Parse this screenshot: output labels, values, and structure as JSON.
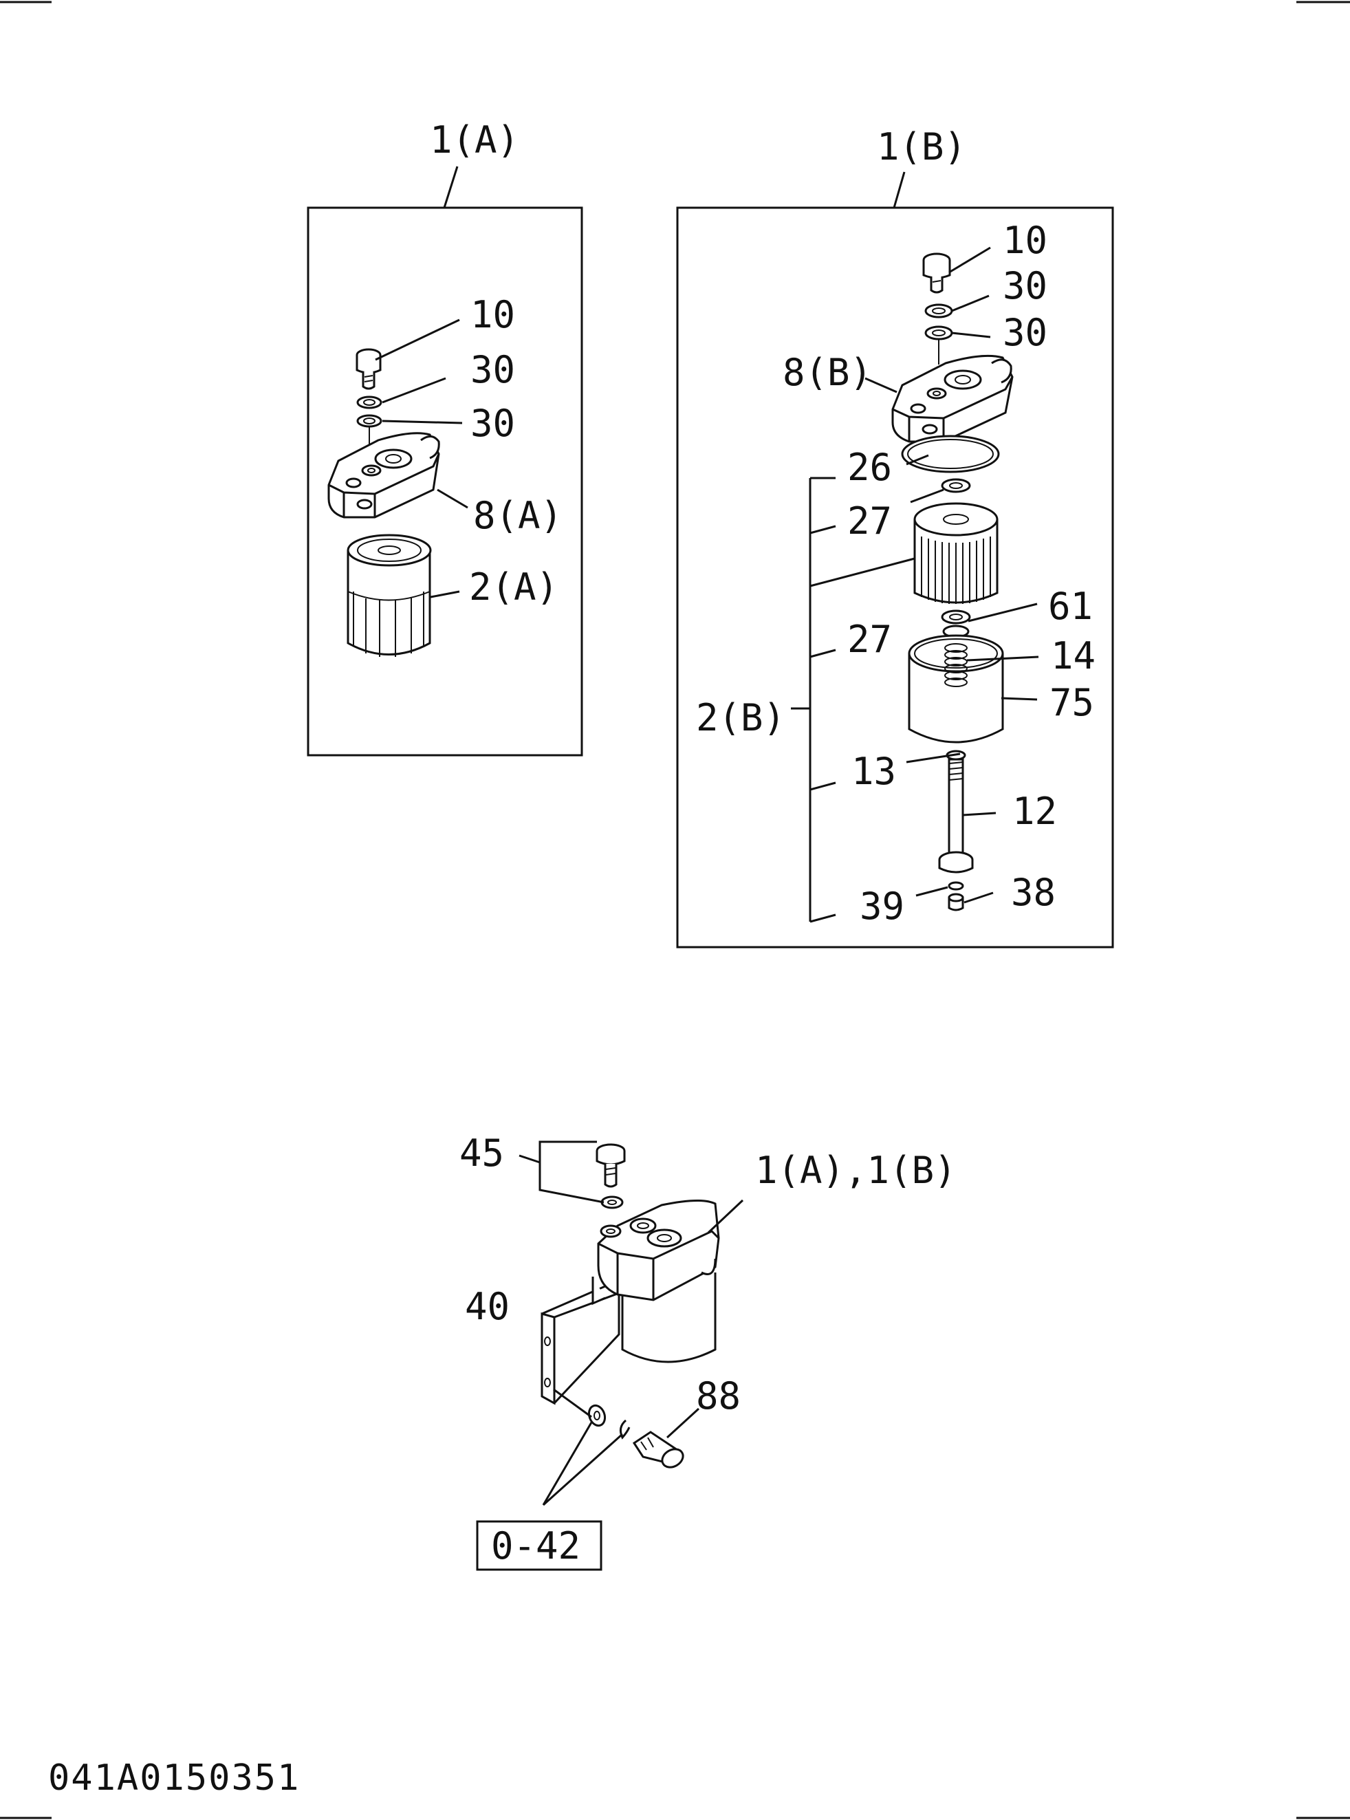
{
  "diagram": {
    "group_a": {
      "title": "1(A)",
      "labels": {
        "bolt": "10",
        "washer_upper": "30",
        "washer_lower": "30",
        "head": "8(A)",
        "filter": "2(A)"
      }
    },
    "group_b": {
      "title": "1(B)",
      "labels": {
        "bolt": "10",
        "washer_upper": "30",
        "washer_lower": "30",
        "head": "8(B)",
        "o_ring_large": "26",
        "gasket_top": "27",
        "gasket_bottom": "27",
        "filter_assembly": "2(B)",
        "ring": "61",
        "spring": "14",
        "bowl": "75",
        "seal": "13",
        "center_bolt": "12",
        "washer": "39",
        "drain_plug": "38"
      }
    },
    "mounting": {
      "assembly_label": "1(A),1(B)",
      "labels": {
        "bolt": "45",
        "bracket": "40",
        "bolt_lower": "88",
        "reference": "0-42"
      }
    },
    "drawing_code": "041A0150351"
  }
}
